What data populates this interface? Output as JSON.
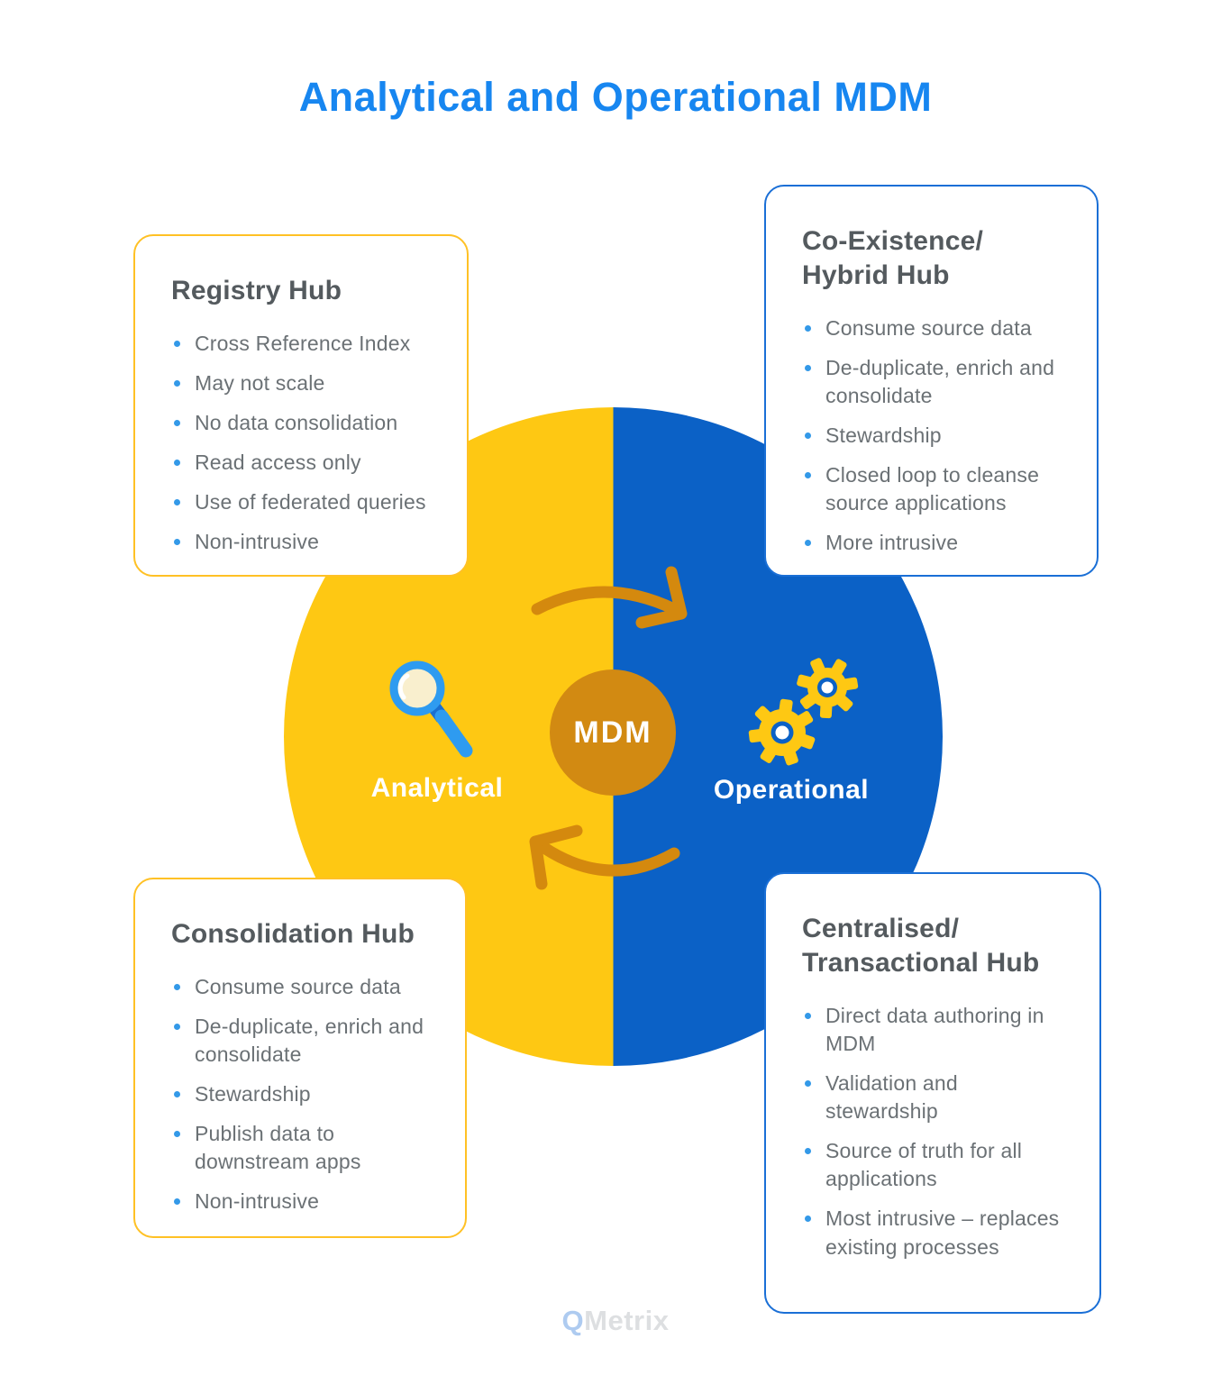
{
  "title": "Analytical and Operational MDM",
  "center": {
    "mdm_label": "MDM",
    "analytical_label": "Analytical",
    "operational_label": "Operational"
  },
  "cards": [
    {
      "id": "registry-hub",
      "title": "Registry Hub",
      "bullets": [
        "Cross Reference Index",
        "May not scale",
        "No data consolidation",
        "Read access only",
        "Use of federated queries",
        "Non-intrusive"
      ]
    },
    {
      "id": "coexistence-hybrid-hub",
      "title": "Co-Existence/\nHybrid Hub",
      "bullets": [
        "Consume source data",
        "De-duplicate, enrich and consolidate",
        "Stewardship",
        "Closed loop to cleanse source applications",
        "More intrusive"
      ]
    },
    {
      "id": "consolidation-hub",
      "title": "Consolidation Hub",
      "bullets": [
        "Consume source data",
        "De-duplicate, enrich and consolidate",
        "Stewardship",
        "Publish data to downstream apps",
        "Non-intrusive"
      ]
    },
    {
      "id": "centralised-transactional-hub",
      "title": "Centralised/\nTransactional Hub",
      "bullets": [
        "Direct data authoring in MDM",
        "Validation and stewardship",
        "Source of truth for all applications",
        "Most intrusive – replaces existing processes"
      ]
    }
  ],
  "icons": {
    "analytical_side": "magnifier-icon",
    "operational_side": "gears-icon",
    "cycle_top": "cycle-arrow-right-icon",
    "cycle_bottom": "cycle-arrow-left-icon"
  },
  "watermark": {
    "q": "Q",
    "name": "Metrix"
  },
  "colors": {
    "title_blue": "#1786F0",
    "circle_yellow": "#FEC813",
    "circle_blue": "#0B61C6",
    "mdm_orange": "#D28A12",
    "arrow_orange": "#D4890E",
    "heading_gray": "#545A5E",
    "bullet_text_gray": "#6B7175",
    "bullet_dot_blue": "#3399E8",
    "card_border_yellow": "#FFC125",
    "card_border_blue": "#1A6FD6",
    "watermark_q_blue": "#AECBF0",
    "watermark_gray": "#DDDFE1"
  }
}
